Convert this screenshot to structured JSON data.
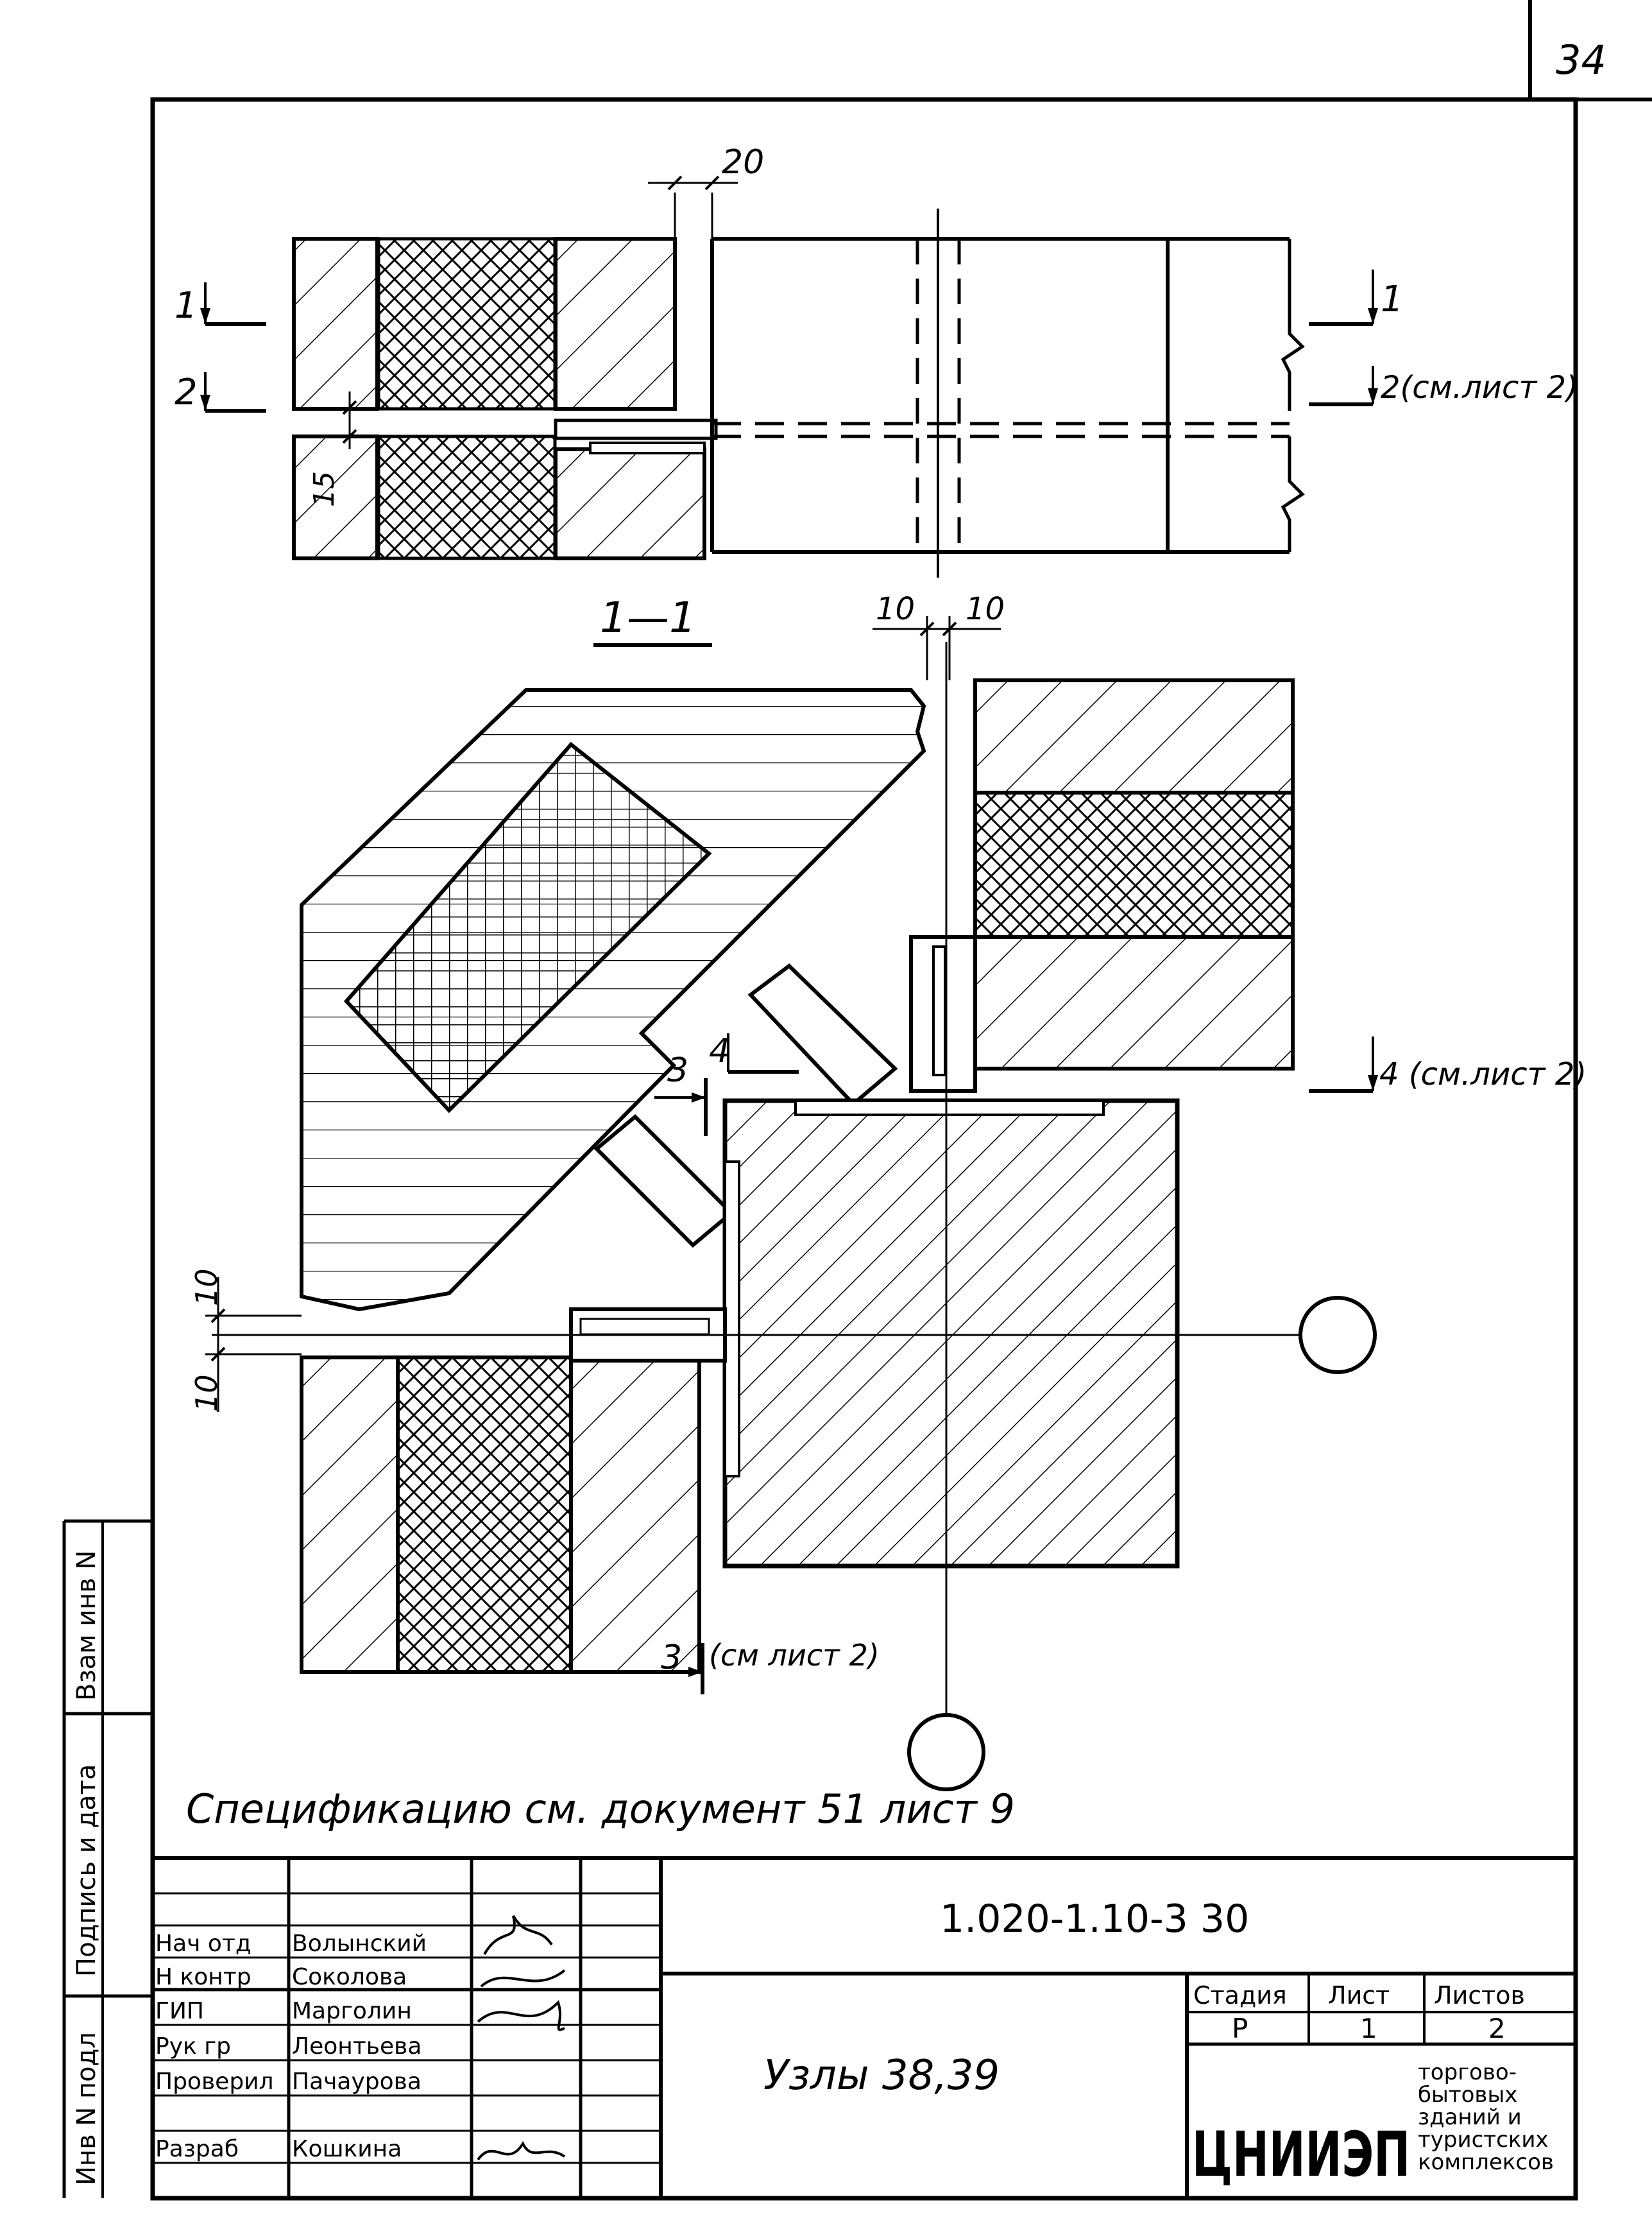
{
  "sheet_corner_number": "34",
  "dimensions": {
    "top_gap": "20",
    "joint_left": "10",
    "joint_right": "10",
    "vertical_15": "15",
    "left_10_top": "10",
    "left_10_bottom": "10"
  },
  "section_marks": {
    "m1_left": "1",
    "m2_left": "2",
    "m1_right": "1",
    "m2_right": "2(см.лист 2)",
    "m3_mid": "3",
    "m4_mid": "4",
    "m4_right": "4 (см.лист 2)",
    "m3_bottom": "3",
    "m3_bottom_ref": "(см лист 2)"
  },
  "section_title": "1—1",
  "note": "Спецификацию см. документ 51 лист 9",
  "title_block": {
    "document_code": "1.020-1.10-3 30",
    "drawing_title": "Узлы 38,39",
    "stage_header": "Стадия",
    "sheet_header": "Лист",
    "sheets_header": "Листов",
    "stage_value": "Р",
    "sheet_value": "1",
    "sheets_value": "2",
    "org_logo": "ЦНИИЭП",
    "org_lines": [
      "торгово-",
      "бытовых",
      "зданий и",
      "туристских",
      "комплексов"
    ],
    "roles": [
      {
        "role": "Нач отд",
        "name": "Волынский"
      },
      {
        "role": "Н контр",
        "name": "Соколова"
      },
      {
        "role": "ГИП",
        "name": "Марголин"
      },
      {
        "role": "Рук гр",
        "name": "Леонтьева"
      },
      {
        "role": "Проверил",
        "name": "Пачаурова"
      },
      {
        "role": "Разраб",
        "name": "Кошкина"
      }
    ],
    "side_labels": [
      "Взам инв N",
      "Подпись и дата",
      "Инв N подл"
    ]
  }
}
